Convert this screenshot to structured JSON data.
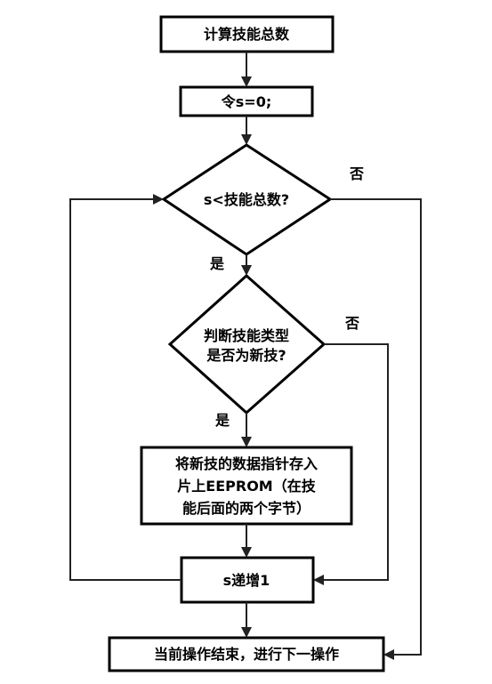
{
  "nodes": {
    "start": "计算技能总数",
    "init": "令s=0;",
    "cond1": "s<技能总数?",
    "cond2": [
      "判断技能类型",
      "是否为新技?"
    ],
    "store": [
      "将新技的数据指针存入",
      "片上EEPROM（在技",
      "能后面的两个字节）"
    ],
    "increment": "s递增1",
    "end": "当前操作结束，进行下一操作"
  },
  "edge_labels": {
    "cond1_yes": "是",
    "cond1_no": "否",
    "cond2_yes": "是",
    "cond2_no": "否"
  }
}
